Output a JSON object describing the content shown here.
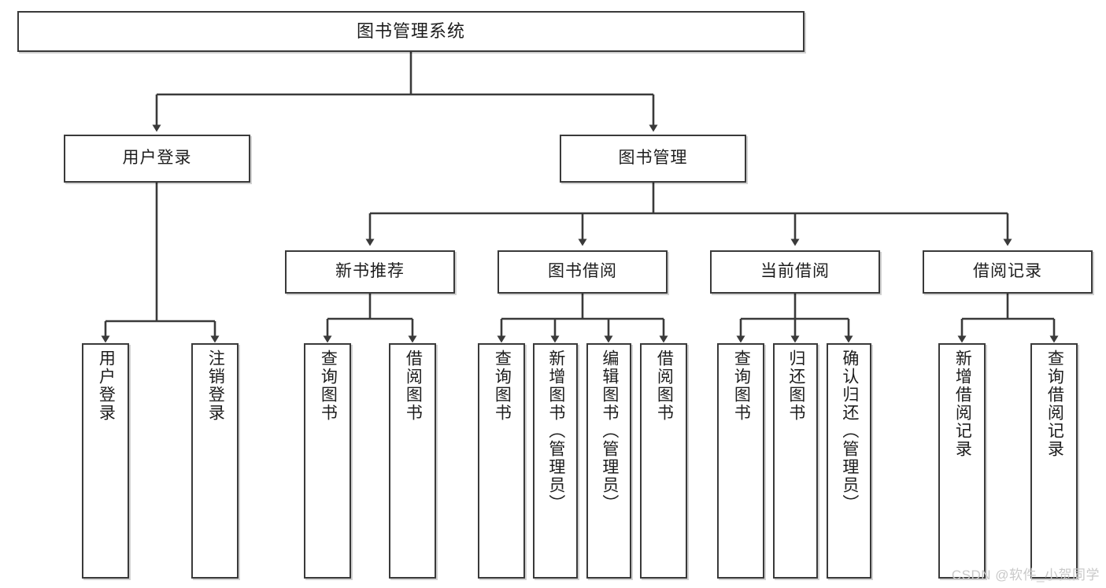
{
  "diagram": {
    "title": "图书管理系统",
    "type": "tree-hierarchy-diagram",
    "watermark": "CSDN @软件_小贺同学",
    "colors": {
      "background": "#ffffff",
      "box_border": "#3a3a3a",
      "box_fill": "#ffffff",
      "connector": "#3a3a3a",
      "text": "#1d1d1d",
      "watermark_text": "#c9c9c9"
    },
    "nodes": {
      "root": {
        "label": "图书管理系统"
      },
      "level2": [
        {
          "label": "用户登录"
        },
        {
          "label": "图书管理"
        }
      ],
      "level3": [
        {
          "label": "新书推荐"
        },
        {
          "label": "图书借阅"
        },
        {
          "label": "当前借阅"
        },
        {
          "label": "借阅记录"
        }
      ],
      "leaves": {
        "user_login": [
          {
            "label": "用户登录"
          },
          {
            "label": "注销登录"
          }
        ],
        "new_book_recommend": [
          {
            "label": "查询图书"
          },
          {
            "label": "借阅图书"
          }
        ],
        "book_borrow": [
          {
            "label": "查询图书"
          },
          {
            "label": "新增图书（管理员）"
          },
          {
            "label": "编辑图书（管理员）"
          },
          {
            "label": "借阅图书"
          }
        ],
        "current_borrow": [
          {
            "label": "查询图书"
          },
          {
            "label": "归还图书"
          },
          {
            "label": "确认归还（管理员）"
          }
        ],
        "borrow_record": [
          {
            "label": "新增借阅记录"
          },
          {
            "label": "查询借阅记录"
          }
        ]
      }
    }
  }
}
